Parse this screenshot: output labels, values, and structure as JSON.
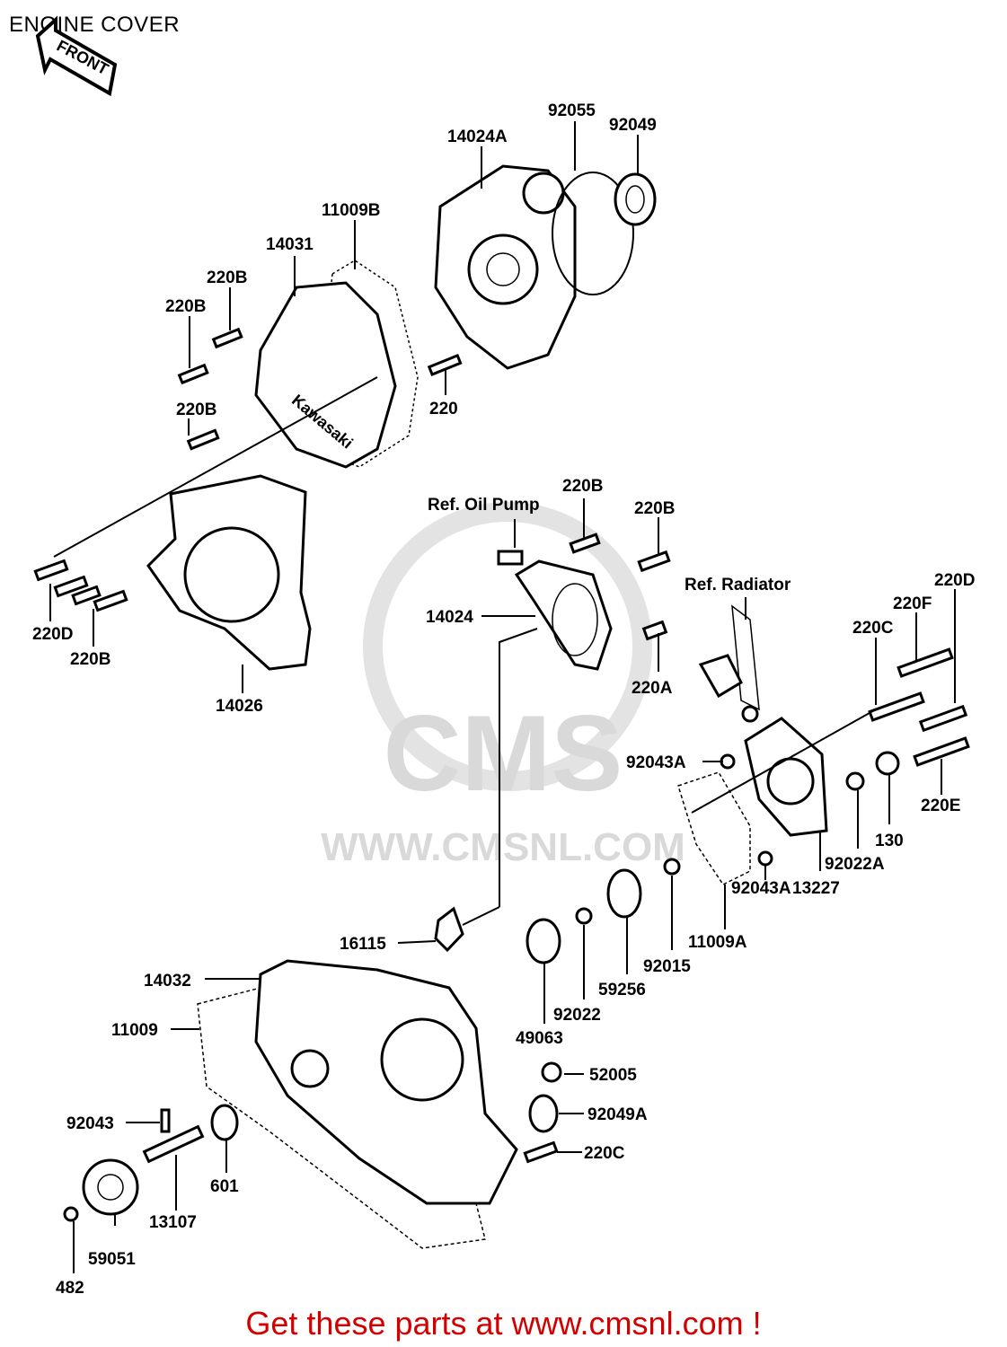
{
  "title": "ENGINE COVER",
  "front_arrow": "FRONT",
  "watermark": {
    "logo": "CMS",
    "url": "WWW.CMSNL.COM"
  },
  "footer": "Get these parts at www.cmsnl.com !",
  "labels": {
    "l92055": "92055",
    "l92049": "92049",
    "l14024A": "14024A",
    "l11009B": "11009B",
    "l14031": "14031",
    "l220B_a": "220B",
    "l220B_b": "220B",
    "l220B_c": "220B",
    "l220": "220",
    "refOilPump": "Ref. Oil Pump",
    "l220B_d": "220B",
    "l220B_e": "220B",
    "refRadiator": "Ref. Radiator",
    "l220D_r": "220D",
    "l220F": "220F",
    "l220C_r": "220C",
    "l14024": "14024",
    "l220A": "220A",
    "l220D_l": "220D",
    "l220B_l": "220B",
    "l14026": "14026",
    "l92043A_a": "92043A",
    "l220E": "220E",
    "l130": "130",
    "l92022A": "92022A",
    "l13227": "13227",
    "l92043A_b": "92043A",
    "l11009A": "11009A",
    "l92015": "92015",
    "l59256": "59256",
    "l92022": "92022",
    "l49063": "49063",
    "l16115": "16115",
    "l14032": "14032",
    "l11009": "11009",
    "l52005": "52005",
    "l92049A": "92049A",
    "l220C_b": "220C",
    "l92043": "92043",
    "l601": "601",
    "l13107": "13107",
    "l59051": "59051",
    "l482": "482"
  },
  "colors": {
    "footer": "#d40000",
    "watermark": "#d9d9d9"
  }
}
